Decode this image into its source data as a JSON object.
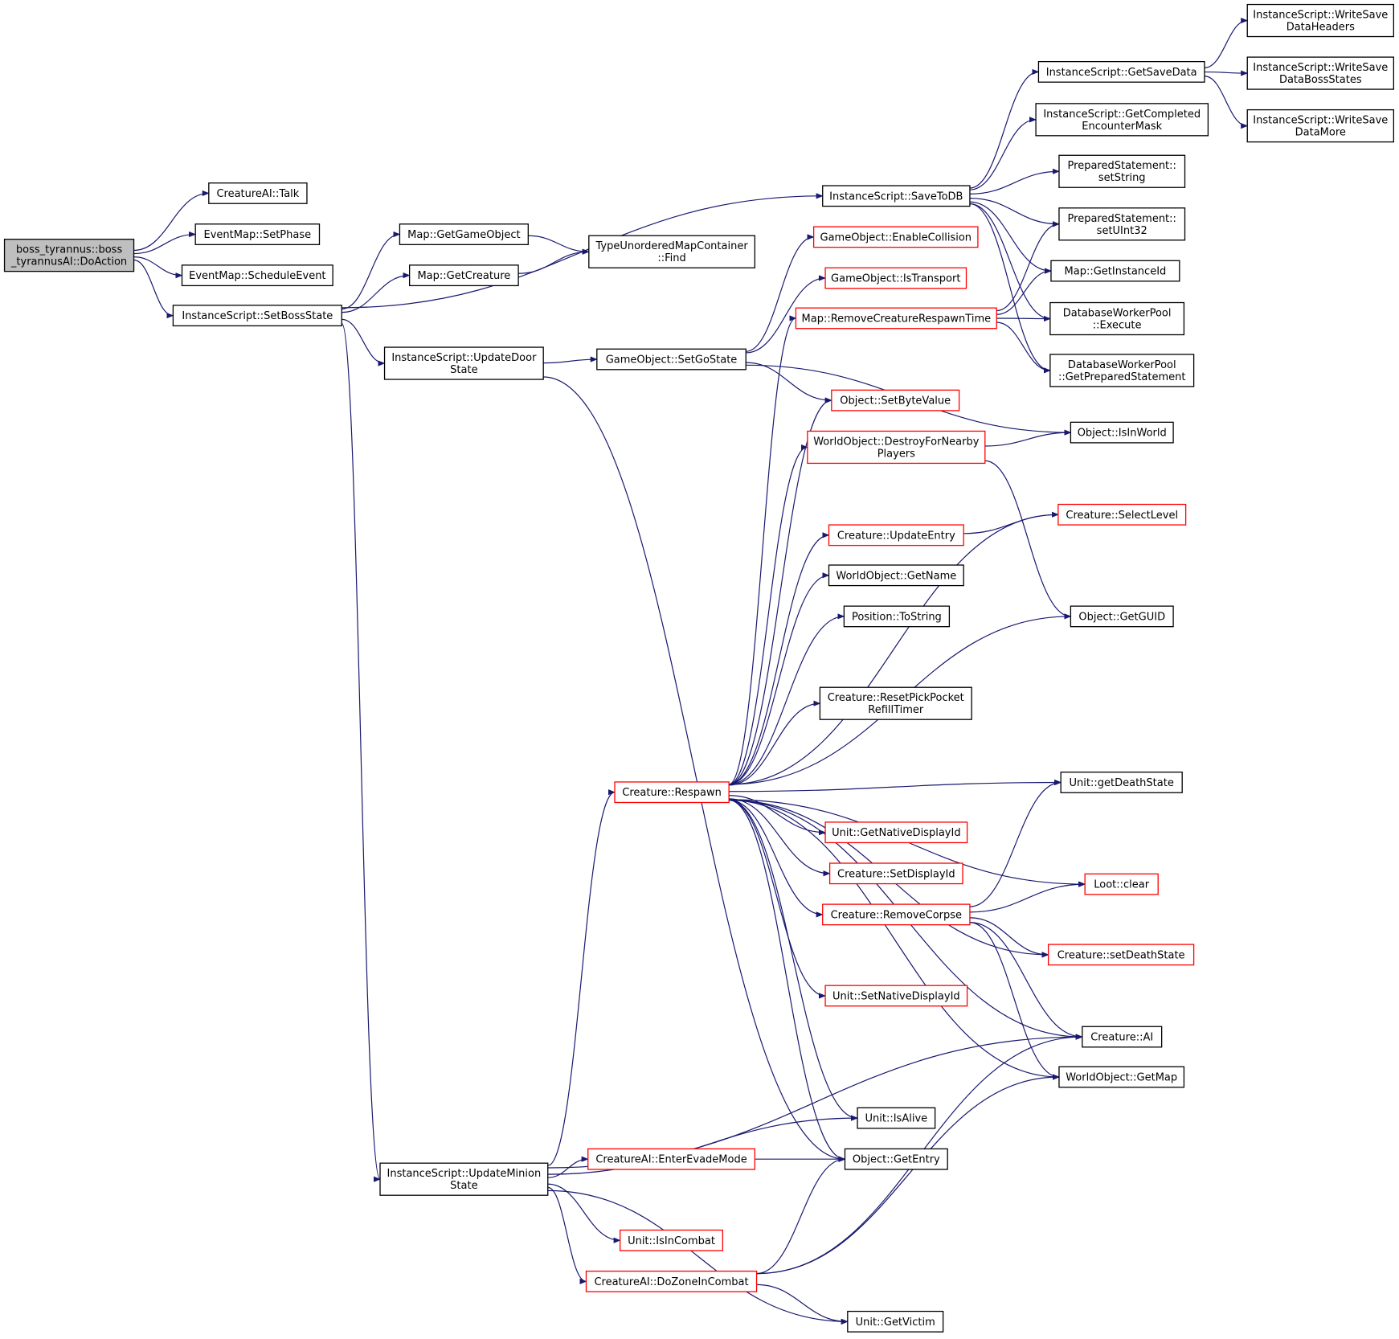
{
  "diagram": {
    "colors": {
      "edge": "#191970",
      "border_default": "#000000",
      "border_truncated": "#ff0000",
      "root_fill": "#bfbfbf"
    },
    "nodes": [
      {
        "id": "root",
        "lines": [
          "boss_tyrannus::boss",
          "_tyrannusAI::DoAction"
        ],
        "style": "root"
      },
      {
        "id": "talk",
        "lines": [
          "CreatureAI::Talk"
        ],
        "style": "black"
      },
      {
        "id": "setphase",
        "lines": [
          "EventMap::SetPhase"
        ],
        "style": "black"
      },
      {
        "id": "schedule",
        "lines": [
          "EventMap::ScheduleEvent"
        ],
        "style": "black"
      },
      {
        "id": "setboss",
        "lines": [
          "InstanceScript::SetBossState"
        ],
        "style": "black"
      },
      {
        "id": "getgo",
        "lines": [
          "Map::GetGameObject"
        ],
        "style": "black"
      },
      {
        "id": "getcreature",
        "lines": [
          "Map::GetCreature"
        ],
        "style": "black"
      },
      {
        "id": "find",
        "lines": [
          "TypeUnorderedMapContainer",
          "::Find"
        ],
        "style": "black"
      },
      {
        "id": "updatedoor",
        "lines": [
          "InstanceScript::UpdateDoor",
          "State"
        ],
        "style": "black"
      },
      {
        "id": "setgostate",
        "lines": [
          "GameObject::SetGoState"
        ],
        "style": "black"
      },
      {
        "id": "savetodb",
        "lines": [
          "InstanceScript::SaveToDB"
        ],
        "style": "black"
      },
      {
        "id": "getsavedata",
        "lines": [
          "InstanceScript::GetSaveData"
        ],
        "style": "black"
      },
      {
        "id": "wsheaders",
        "lines": [
          "InstanceScript::WriteSave",
          "DataHeaders"
        ],
        "style": "black"
      },
      {
        "id": "wsboss",
        "lines": [
          "InstanceScript::WriteSave",
          "DataBossStates"
        ],
        "style": "black"
      },
      {
        "id": "wsmore",
        "lines": [
          "InstanceScript::WriteSave",
          "DataMore"
        ],
        "style": "black"
      },
      {
        "id": "getcompleted",
        "lines": [
          "InstanceScript::GetCompleted",
          "EncounterMask"
        ],
        "style": "black"
      },
      {
        "id": "setstring",
        "lines": [
          "PreparedStatement::",
          "setString"
        ],
        "style": "black"
      },
      {
        "id": "setuint",
        "lines": [
          "PreparedStatement::",
          "setUInt32"
        ],
        "style": "black"
      },
      {
        "id": "getinstanceid",
        "lines": [
          "Map::GetInstanceId"
        ],
        "style": "black"
      },
      {
        "id": "dbexecute",
        "lines": [
          "DatabaseWorkerPool",
          "::Execute"
        ],
        "style": "black"
      },
      {
        "id": "dbprepared",
        "lines": [
          "DatabaseWorkerPool",
          "::GetPreparedStatement"
        ],
        "style": "black"
      },
      {
        "id": "enablecoll",
        "lines": [
          "GameObject::EnableCollision"
        ],
        "style": "red"
      },
      {
        "id": "istransport",
        "lines": [
          "GameObject::IsTransport"
        ],
        "style": "red"
      },
      {
        "id": "removerespawn",
        "lines": [
          "Map::RemoveCreatureRespawnTime"
        ],
        "style": "red"
      },
      {
        "id": "setbyte",
        "lines": [
          "Object::SetByteValue"
        ],
        "style": "red"
      },
      {
        "id": "isinworld",
        "lines": [
          "Object::IsInWorld"
        ],
        "style": "black"
      },
      {
        "id": "destroy",
        "lines": [
          "WorldObject::DestroyForNearby",
          "Players"
        ],
        "style": "red"
      },
      {
        "id": "selectlevel",
        "lines": [
          "Creature::SelectLevel"
        ],
        "style": "red"
      },
      {
        "id": "updateentry",
        "lines": [
          "Creature::UpdateEntry"
        ],
        "style": "red"
      },
      {
        "id": "getname",
        "lines": [
          "WorldObject::GetName"
        ],
        "style": "black"
      },
      {
        "id": "tostring",
        "lines": [
          "Position::ToString"
        ],
        "style": "black"
      },
      {
        "id": "getguid",
        "lines": [
          "Object::GetGUID"
        ],
        "style": "black"
      },
      {
        "id": "resetpick",
        "lines": [
          "Creature::ResetPickPocket",
          "RefillTimer"
        ],
        "style": "black"
      },
      {
        "id": "respawn",
        "lines": [
          "Creature::Respawn"
        ],
        "style": "red"
      },
      {
        "id": "getdeath",
        "lines": [
          "Unit::getDeathState"
        ],
        "style": "black"
      },
      {
        "id": "getnative",
        "lines": [
          "Unit::GetNativeDisplayId"
        ],
        "style": "red"
      },
      {
        "id": "setdisplay",
        "lines": [
          "Creature::SetDisplayId"
        ],
        "style": "red"
      },
      {
        "id": "lootclear",
        "lines": [
          "Loot::clear"
        ],
        "style": "red"
      },
      {
        "id": "removecorpse",
        "lines": [
          "Creature::RemoveCorpse"
        ],
        "style": "red"
      },
      {
        "id": "setdeath",
        "lines": [
          "Creature::setDeathState"
        ],
        "style": "red"
      },
      {
        "id": "setnative",
        "lines": [
          "Unit::SetNativeDisplayId"
        ],
        "style": "red"
      },
      {
        "id": "creatureai",
        "lines": [
          "Creature::AI"
        ],
        "style": "black"
      },
      {
        "id": "getmap",
        "lines": [
          "WorldObject::GetMap"
        ],
        "style": "black"
      },
      {
        "id": "isalive",
        "lines": [
          "Unit::IsAlive"
        ],
        "style": "black"
      },
      {
        "id": "getentry",
        "lines": [
          "Object::GetEntry"
        ],
        "style": "black"
      },
      {
        "id": "updateminion",
        "lines": [
          "InstanceScript::UpdateMinion",
          "State"
        ],
        "style": "black"
      },
      {
        "id": "entereva",
        "lines": [
          "CreatureAI::EnterEvadeMode"
        ],
        "style": "red"
      },
      {
        "id": "isincombat",
        "lines": [
          "Unit::IsInCombat"
        ],
        "style": "red"
      },
      {
        "id": "dozone",
        "lines": [
          "CreatureAI::DoZoneInCombat"
        ],
        "style": "red"
      },
      {
        "id": "getvictim",
        "lines": [
          "Unit::GetVictim"
        ],
        "style": "black"
      }
    ],
    "edges": [
      [
        "root",
        "talk"
      ],
      [
        "root",
        "setphase"
      ],
      [
        "root",
        "schedule"
      ],
      [
        "root",
        "setboss"
      ],
      [
        "setboss",
        "getgo"
      ],
      [
        "setboss",
        "getcreature"
      ],
      [
        "getgo",
        "find"
      ],
      [
        "getcreature",
        "find"
      ],
      [
        "setboss",
        "savetodb"
      ],
      [
        "setboss",
        "updatedoor"
      ],
      [
        "setboss",
        "updateminion"
      ],
      [
        "updatedoor",
        "setgostate"
      ],
      [
        "updatedoor",
        "getentry"
      ],
      [
        "savetodb",
        "getsavedata"
      ],
      [
        "savetodb",
        "getcompleted"
      ],
      [
        "savetodb",
        "setstring"
      ],
      [
        "savetodb",
        "setuint"
      ],
      [
        "savetodb",
        "getinstanceid"
      ],
      [
        "savetodb",
        "dbexecute"
      ],
      [
        "savetodb",
        "dbprepared"
      ],
      [
        "getsavedata",
        "wsheaders"
      ],
      [
        "getsavedata",
        "wsboss"
      ],
      [
        "getsavedata",
        "wsmore"
      ],
      [
        "setgostate",
        "enablecoll"
      ],
      [
        "setgostate",
        "istransport"
      ],
      [
        "setgostate",
        "setbyte"
      ],
      [
        "setgostate",
        "isinworld"
      ],
      [
        "removerespawn",
        "setuint"
      ],
      [
        "removerespawn",
        "getinstanceid"
      ],
      [
        "removerespawn",
        "dbexecute"
      ],
      [
        "removerespawn",
        "dbprepared"
      ],
      [
        "destroy",
        "isinworld"
      ],
      [
        "destroy",
        "getguid"
      ],
      [
        "updateentry",
        "selectlevel"
      ],
      [
        "respawn",
        "removerespawn"
      ],
      [
        "respawn",
        "setbyte"
      ],
      [
        "respawn",
        "destroy"
      ],
      [
        "respawn",
        "selectlevel"
      ],
      [
        "respawn",
        "updateentry"
      ],
      [
        "respawn",
        "getname"
      ],
      [
        "respawn",
        "tostring"
      ],
      [
        "respawn",
        "getguid"
      ],
      [
        "respawn",
        "resetpick"
      ],
      [
        "respawn",
        "getdeath"
      ],
      [
        "respawn",
        "getnative"
      ],
      [
        "respawn",
        "setdisplay"
      ],
      [
        "respawn",
        "lootclear"
      ],
      [
        "respawn",
        "removecorpse"
      ],
      [
        "respawn",
        "setdeath"
      ],
      [
        "respawn",
        "setnative"
      ],
      [
        "respawn",
        "creatureai"
      ],
      [
        "respawn",
        "getmap"
      ],
      [
        "respawn",
        "isalive"
      ],
      [
        "respawn",
        "getentry"
      ],
      [
        "removecorpse",
        "getdeath"
      ],
      [
        "removecorpse",
        "lootclear"
      ],
      [
        "removecorpse",
        "setdeath"
      ],
      [
        "removecorpse",
        "creatureai"
      ],
      [
        "removecorpse",
        "getmap"
      ],
      [
        "updateminion",
        "respawn"
      ],
      [
        "updateminion",
        "isalive"
      ],
      [
        "updateminion",
        "entereva"
      ],
      [
        "updateminion",
        "creatureai"
      ],
      [
        "updateminion",
        "isincombat"
      ],
      [
        "updateminion",
        "dozone"
      ],
      [
        "updateminion",
        "getvictim"
      ],
      [
        "entereva",
        "getentry"
      ],
      [
        "dozone",
        "getentry"
      ],
      [
        "dozone",
        "creatureai"
      ],
      [
        "dozone",
        "getmap"
      ],
      [
        "dozone",
        "getvictim"
      ]
    ]
  }
}
